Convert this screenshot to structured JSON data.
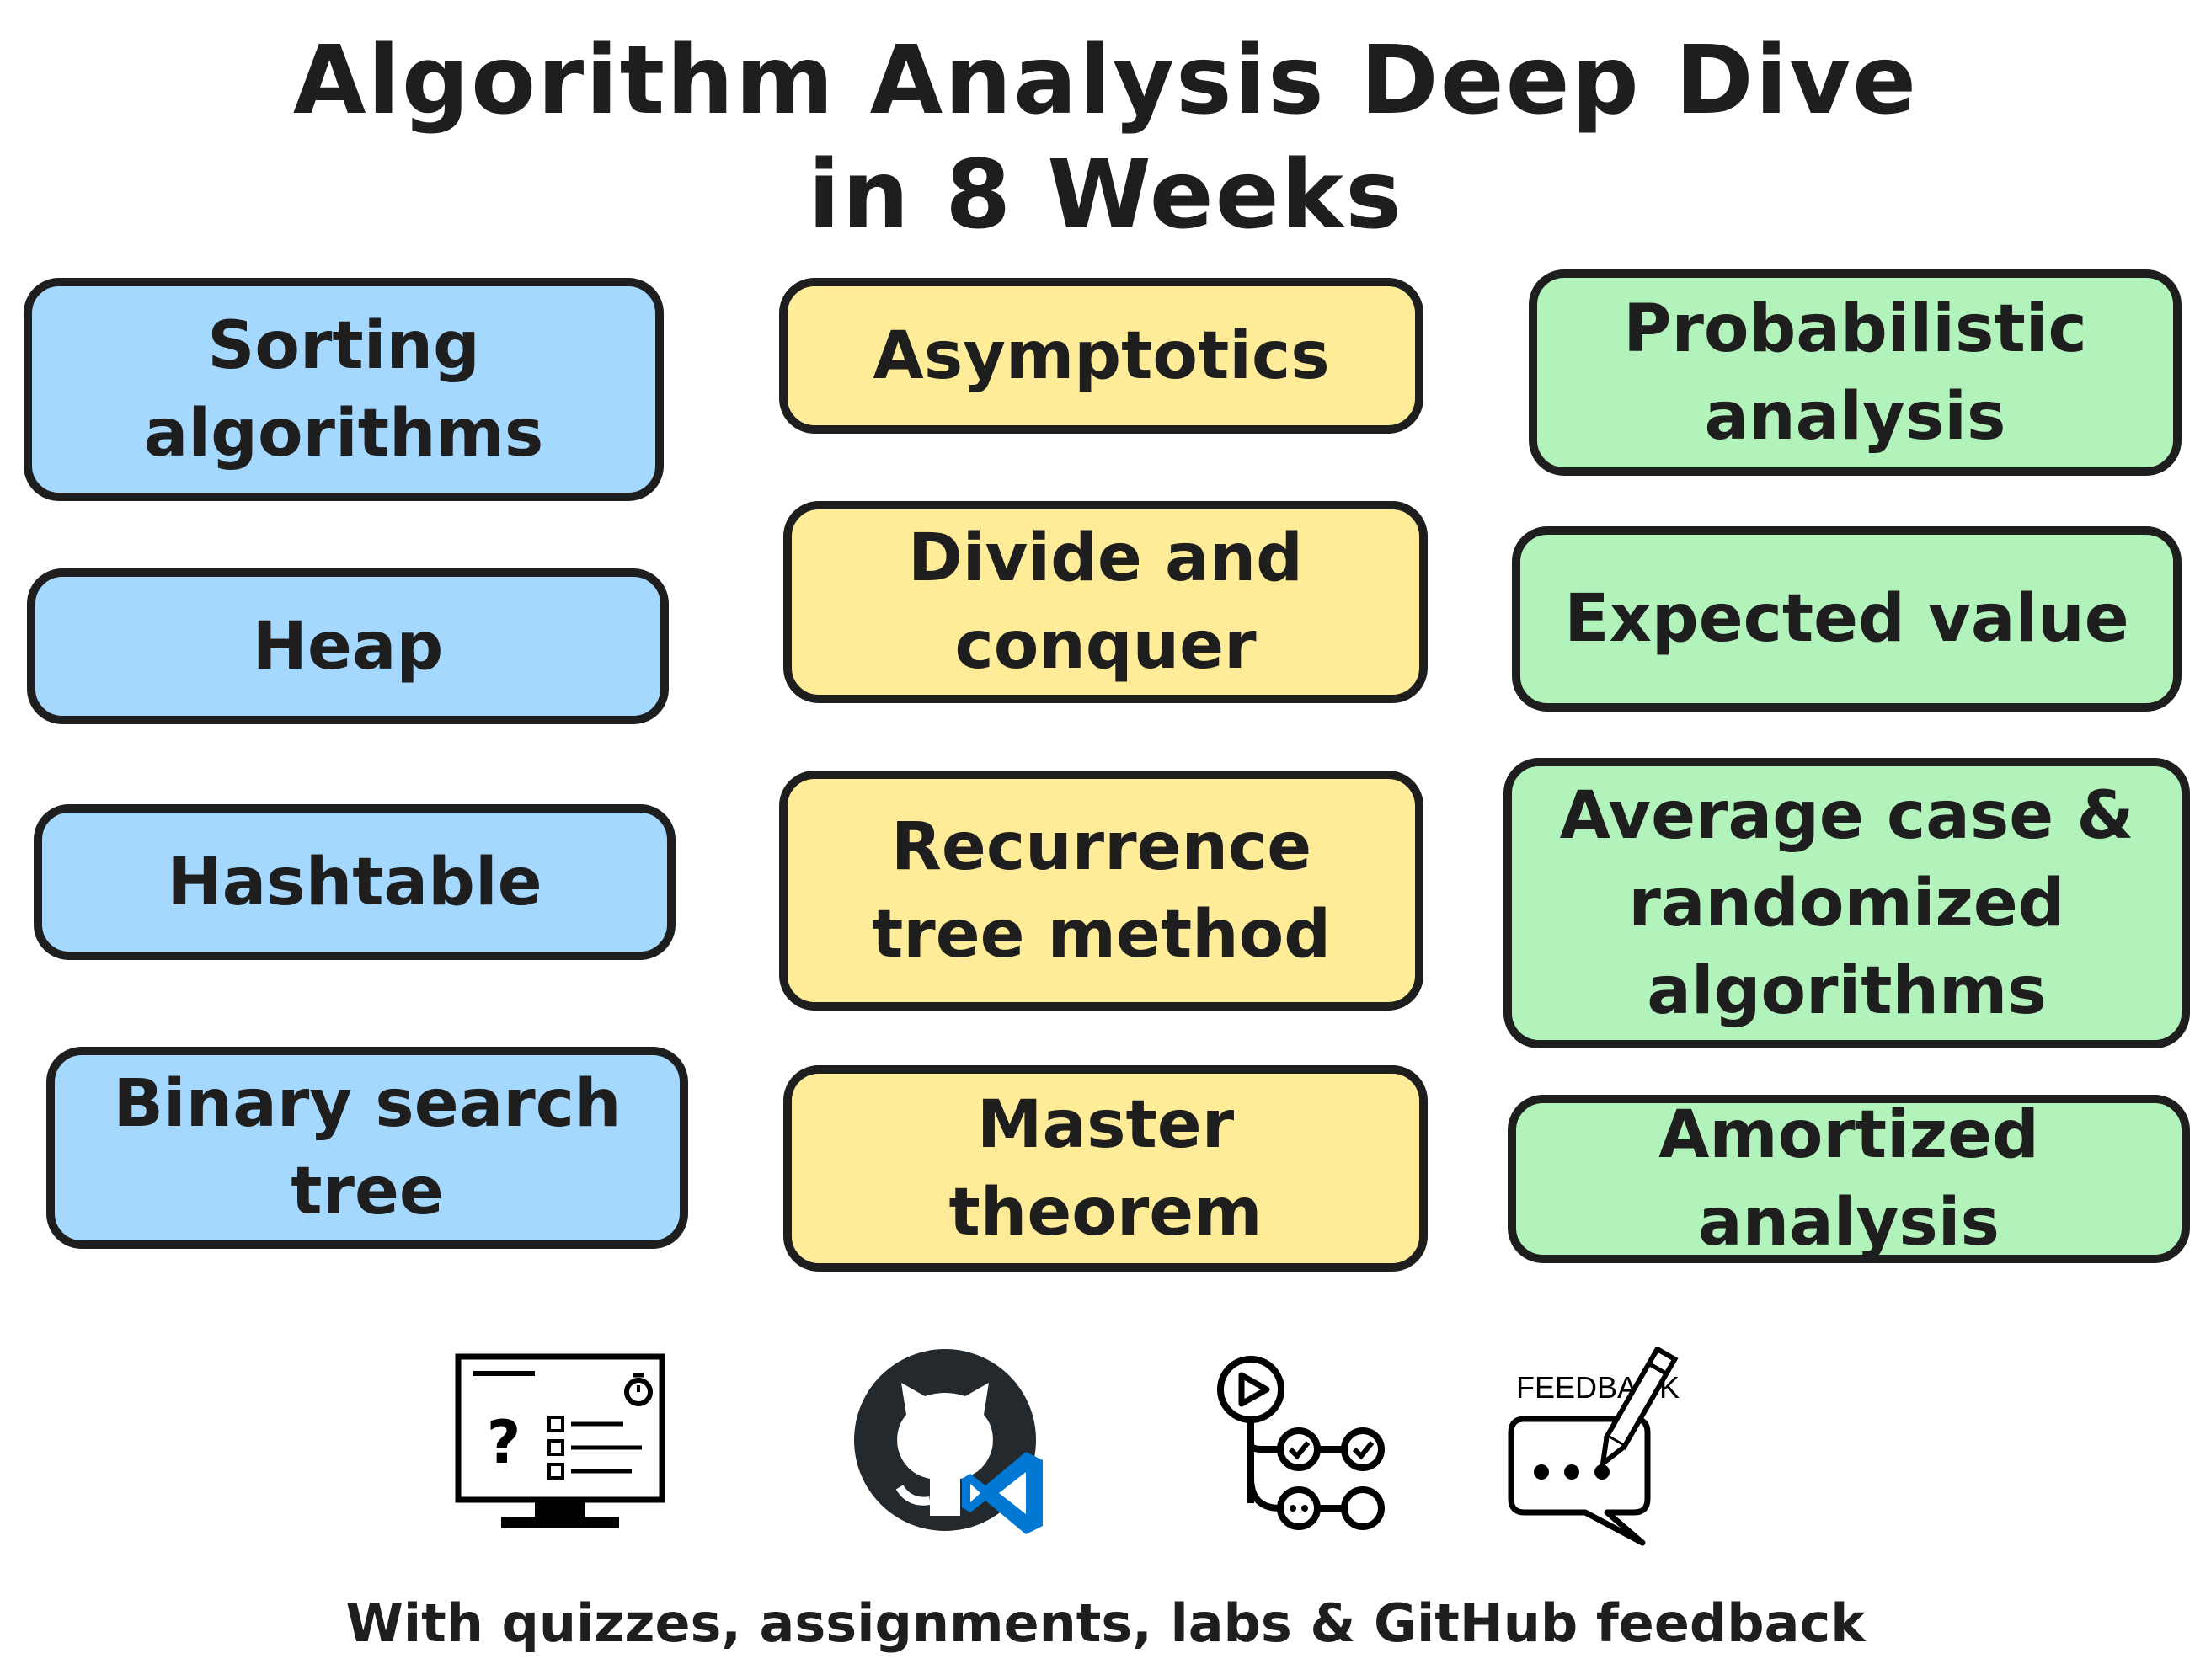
{
  "title": {
    "line1": "Algorithm Analysis Deep Dive",
    "line2": "in 8 Weeks"
  },
  "columns": {
    "left": [
      "Sorting algorithms",
      "Heap",
      "Hashtable",
      "Binary search tree"
    ],
    "middle": [
      "Asymptotics",
      "Divide and conquer",
      "Recurrence tree method",
      "Master theorem"
    ],
    "right": [
      "Probabilistic analysis",
      "Expected value",
      "Average case & randomized algorithms",
      "Amortized analysis"
    ]
  },
  "icons": {
    "quiz": {
      "label": "?",
      "name": "quiz-monitor-icon"
    },
    "github": {
      "name": "github-vscode-icon"
    },
    "labs": {
      "name": "workflow-icon"
    },
    "feedback": {
      "label": "FEEDBACK",
      "name": "feedback-icon"
    }
  },
  "colors": {
    "blue": "#a5d8ff",
    "yellow": "#ffec99",
    "green": "#b2f2bb",
    "vscode_blue": "#0078d4"
  },
  "footer": "With quizzes, assignments, labs & GitHub feedback"
}
